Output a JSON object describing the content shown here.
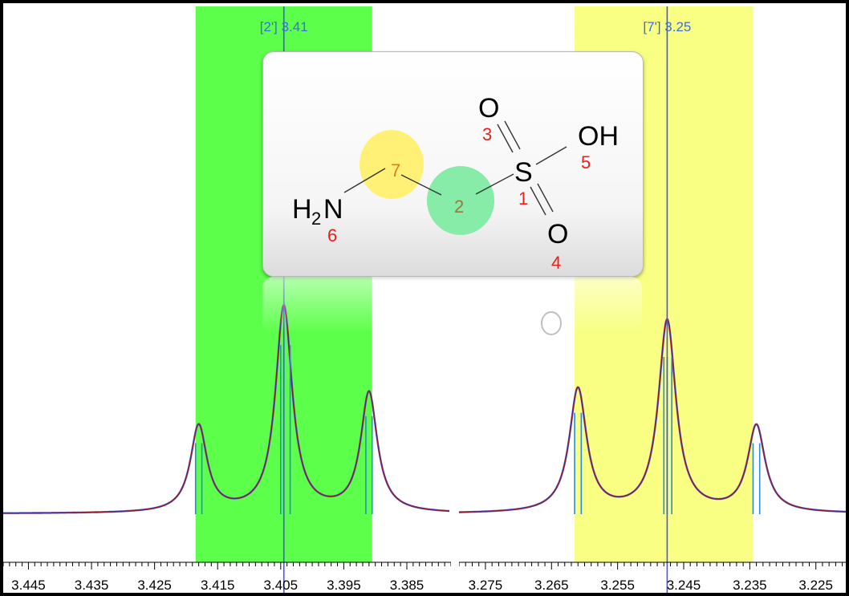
{
  "chart_data": {
    "type": "line",
    "title": "",
    "xlabel": "",
    "ylabel": "",
    "x_axis_reversed": true,
    "axis_break": true,
    "segments": [
      {
        "xlim": [
          3.449,
          3.378
        ],
        "ticks": [
          3.445,
          3.435,
          3.425,
          3.415,
          3.405,
          3.395,
          3.385
        ]
      },
      {
        "xlim": [
          3.279,
          3.2195
        ],
        "ticks": [
          3.275,
          3.265,
          3.255,
          3.245,
          3.235,
          3.225
        ]
      }
    ],
    "ylim": [
      0,
      1
    ],
    "multiplets": [
      {
        "label": "[2'] 3.41",
        "center": 3.4045,
        "highlight": [
          3.4185,
          3.3905
        ],
        "highlight_color": "#5cff4a",
        "peaks": [
          {
            "x": 3.418,
            "h": 0.42
          },
          {
            "x": 3.4045,
            "h": 1.0
          },
          {
            "x": 3.391,
            "h": 0.58
          }
        ],
        "sticks": [
          3.4185,
          3.4175,
          3.405,
          3.4045,
          3.4035,
          3.3915,
          3.3905
        ]
      },
      {
        "label": "[7'] 3.25",
        "center": 3.2475,
        "highlight": [
          3.2615,
          3.2345
        ],
        "highlight_color": "#f8ff82",
        "peaks": [
          {
            "x": 3.261,
            "h": 0.6
          },
          {
            "x": 3.2475,
            "h": 0.93
          },
          {
            "x": 3.234,
            "h": 0.42
          }
        ],
        "sticks": [
          3.2615,
          3.2605,
          3.248,
          3.2475,
          3.2468,
          3.2345,
          3.2335
        ]
      }
    ]
  },
  "colors": {
    "fit": "#8b1a2e",
    "envelope": "#5060d8",
    "sticks": "#2a8ad8",
    "cursor": "#4a52f0"
  },
  "molecule": {
    "atoms": {
      "H2N_H": "H",
      "H2N_2": "2",
      "H2N_N": "N",
      "O_top": "O",
      "OH": "OH",
      "S": "S",
      "O_bottom": "O"
    },
    "numbers": {
      "n6": "6",
      "n7": "7",
      "n2": "2",
      "n1": "1",
      "n3": "3",
      "n4": "4",
      "n5": "5"
    },
    "highlights": {
      "c7": "#fff176",
      "c2": "#86eca8"
    }
  }
}
